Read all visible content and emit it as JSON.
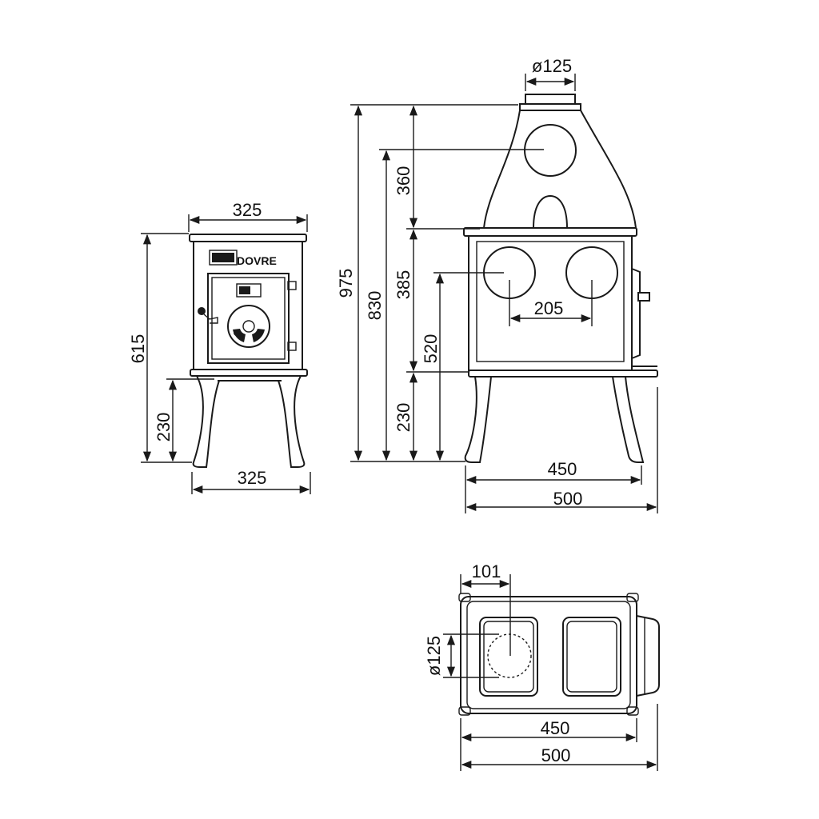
{
  "colors": {
    "line": "#1a1a1a",
    "background": "#ffffff"
  },
  "logo": {
    "brand": "DOVRE"
  },
  "front_view": {
    "top_width": "325",
    "leg_width": "325",
    "total_height": "615",
    "leg_height": "230"
  },
  "side_view": {
    "flue_diameter": "ø125",
    "height_total": "975",
    "height_outlet": "830",
    "flue_section": "360",
    "body_section": "385",
    "leg_section": "230",
    "rear_outlet_height": "520",
    "outlet_spacing": "205",
    "leg_span": "450",
    "overall_depth": "500"
  },
  "top_view": {
    "outlet_offset": "101",
    "outlet_diameter": "ø125",
    "inner_depth": "450",
    "overall_depth": "500"
  }
}
